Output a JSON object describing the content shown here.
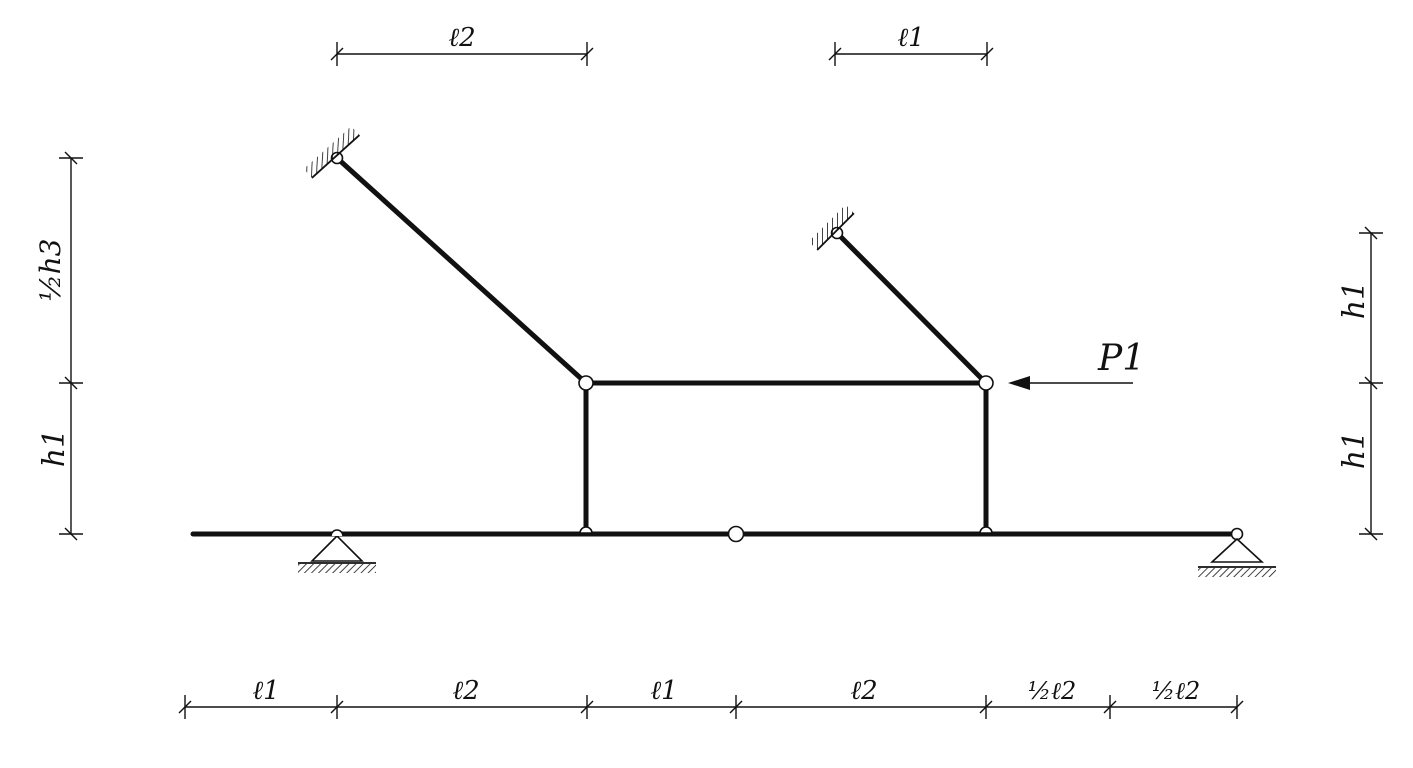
{
  "labels": {
    "top_left_width": "ℓ2",
    "top_right_width": "ℓ1",
    "left_upper_height": "½h3",
    "left_lower_height": "h1",
    "right_upper_height": "h1",
    "right_lower_height": "h1",
    "load": "P1",
    "bottom_segments": [
      "ℓ1",
      "ℓ2",
      "ℓ1",
      "ℓ2",
      "½ℓ2",
      "½ℓ2"
    ]
  }
}
